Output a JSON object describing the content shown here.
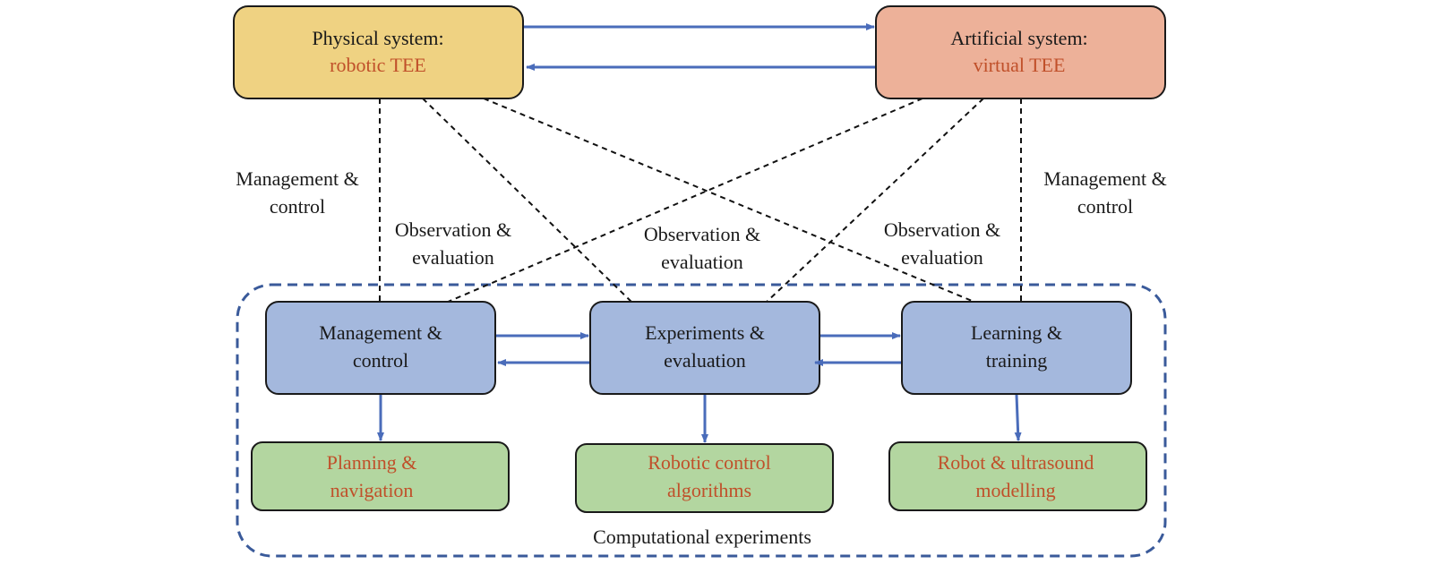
{
  "colors": {
    "physical_fill": "#efd282",
    "artificial_fill": "#edb199",
    "module_fill": "#a4b8dd",
    "output_fill": "#b3d6a0",
    "arrow": "#4a6cba",
    "container_border": "#3a5a9a",
    "accent_text": "#c0502a"
  },
  "physical": {
    "line1": "Physical system:",
    "line2": "robotic TEE"
  },
  "artificial": {
    "line1": "Artificial system:",
    "line2": "virtual TEE"
  },
  "links": {
    "mgmt_left": {
      "line1": "Management &",
      "line2": "control"
    },
    "mgmt_right": {
      "line1": "Management &",
      "line2": "control"
    },
    "obs_left": {
      "line1": "Observation &",
      "line2": "evaluation"
    },
    "obs_center": {
      "line1": "Observation &",
      "line2": "evaluation"
    },
    "obs_right": {
      "line1": "Observation &",
      "line2": "evaluation"
    }
  },
  "modules": {
    "management": {
      "line1": "Management &",
      "line2": "control"
    },
    "experiments": {
      "line1": "Experiments &",
      "line2": "evaluation"
    },
    "learning": {
      "line1": "Learning &",
      "line2": "training"
    }
  },
  "outputs": {
    "planning": {
      "line1": "Planning &",
      "line2": "navigation"
    },
    "control": {
      "line1": "Robotic control",
      "line2": "algorithms"
    },
    "modelling": {
      "line1": "Robot & ultrasound",
      "line2": "modelling"
    }
  },
  "container_label": "Computational experiments"
}
